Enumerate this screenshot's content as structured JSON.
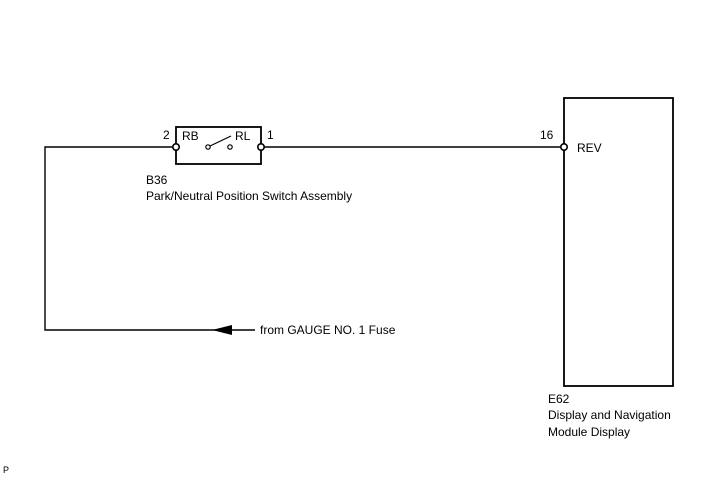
{
  "switch": {
    "connector_id": "B36",
    "name": "Park/Neutral Position Switch Assembly",
    "pin_left": "2",
    "pin_right": "1",
    "pin_left_name": "RB",
    "pin_right_name": "RL"
  },
  "module": {
    "connector_id": "E62",
    "name_line1": "Display and Navigation",
    "name_line2": "Module Display",
    "pin": "16",
    "pin_name": "REV"
  },
  "feed": {
    "label": "from GAUGE NO. 1 Fuse"
  },
  "footer": {
    "mark": "P"
  },
  "colors": {
    "line": "#000000",
    "background": "#ffffff"
  }
}
